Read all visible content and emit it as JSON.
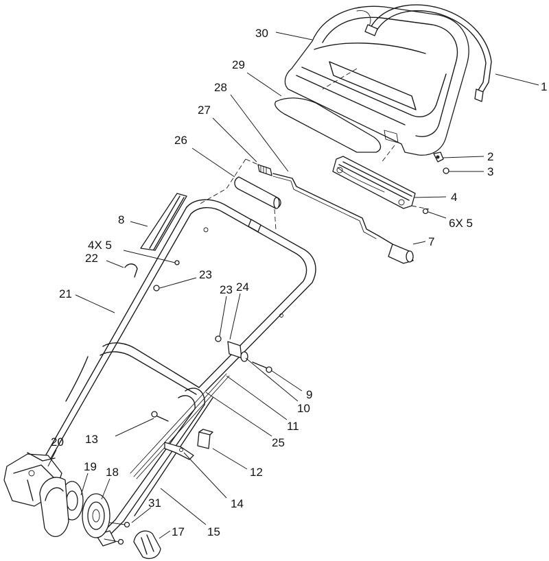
{
  "callouts": [
    {
      "id": "c1",
      "label": "1"
    },
    {
      "id": "c2",
      "label": "2"
    },
    {
      "id": "c3",
      "label": "3"
    },
    {
      "id": "c4",
      "label": "4"
    },
    {
      "id": "c6x5",
      "label": "6X 5"
    },
    {
      "id": "c7",
      "label": "7"
    },
    {
      "id": "c8",
      "label": "8"
    },
    {
      "id": "c4x5",
      "label": "4X 5"
    },
    {
      "id": "c22",
      "label": "22"
    },
    {
      "id": "c23a",
      "label": "23"
    },
    {
      "id": "c21",
      "label": "21"
    },
    {
      "id": "c23b",
      "label": "23"
    },
    {
      "id": "c24",
      "label": "24"
    },
    {
      "id": "c9",
      "label": "9"
    },
    {
      "id": "c10",
      "label": "10"
    },
    {
      "id": "c11",
      "label": "11"
    },
    {
      "id": "c25",
      "label": "25"
    },
    {
      "id": "c13",
      "label": "13"
    },
    {
      "id": "c12",
      "label": "12"
    },
    {
      "id": "c14",
      "label": "14"
    },
    {
      "id": "c15",
      "label": "15"
    },
    {
      "id": "c17",
      "label": "17"
    },
    {
      "id": "c31",
      "label": "31"
    },
    {
      "id": "c20",
      "label": "20"
    },
    {
      "id": "c19",
      "label": "19"
    },
    {
      "id": "c18",
      "label": "18"
    },
    {
      "id": "c26",
      "label": "26"
    },
    {
      "id": "c27",
      "label": "27"
    },
    {
      "id": "c28",
      "label": "28"
    },
    {
      "id": "c29",
      "label": "29"
    },
    {
      "id": "c30",
      "label": "30"
    }
  ]
}
